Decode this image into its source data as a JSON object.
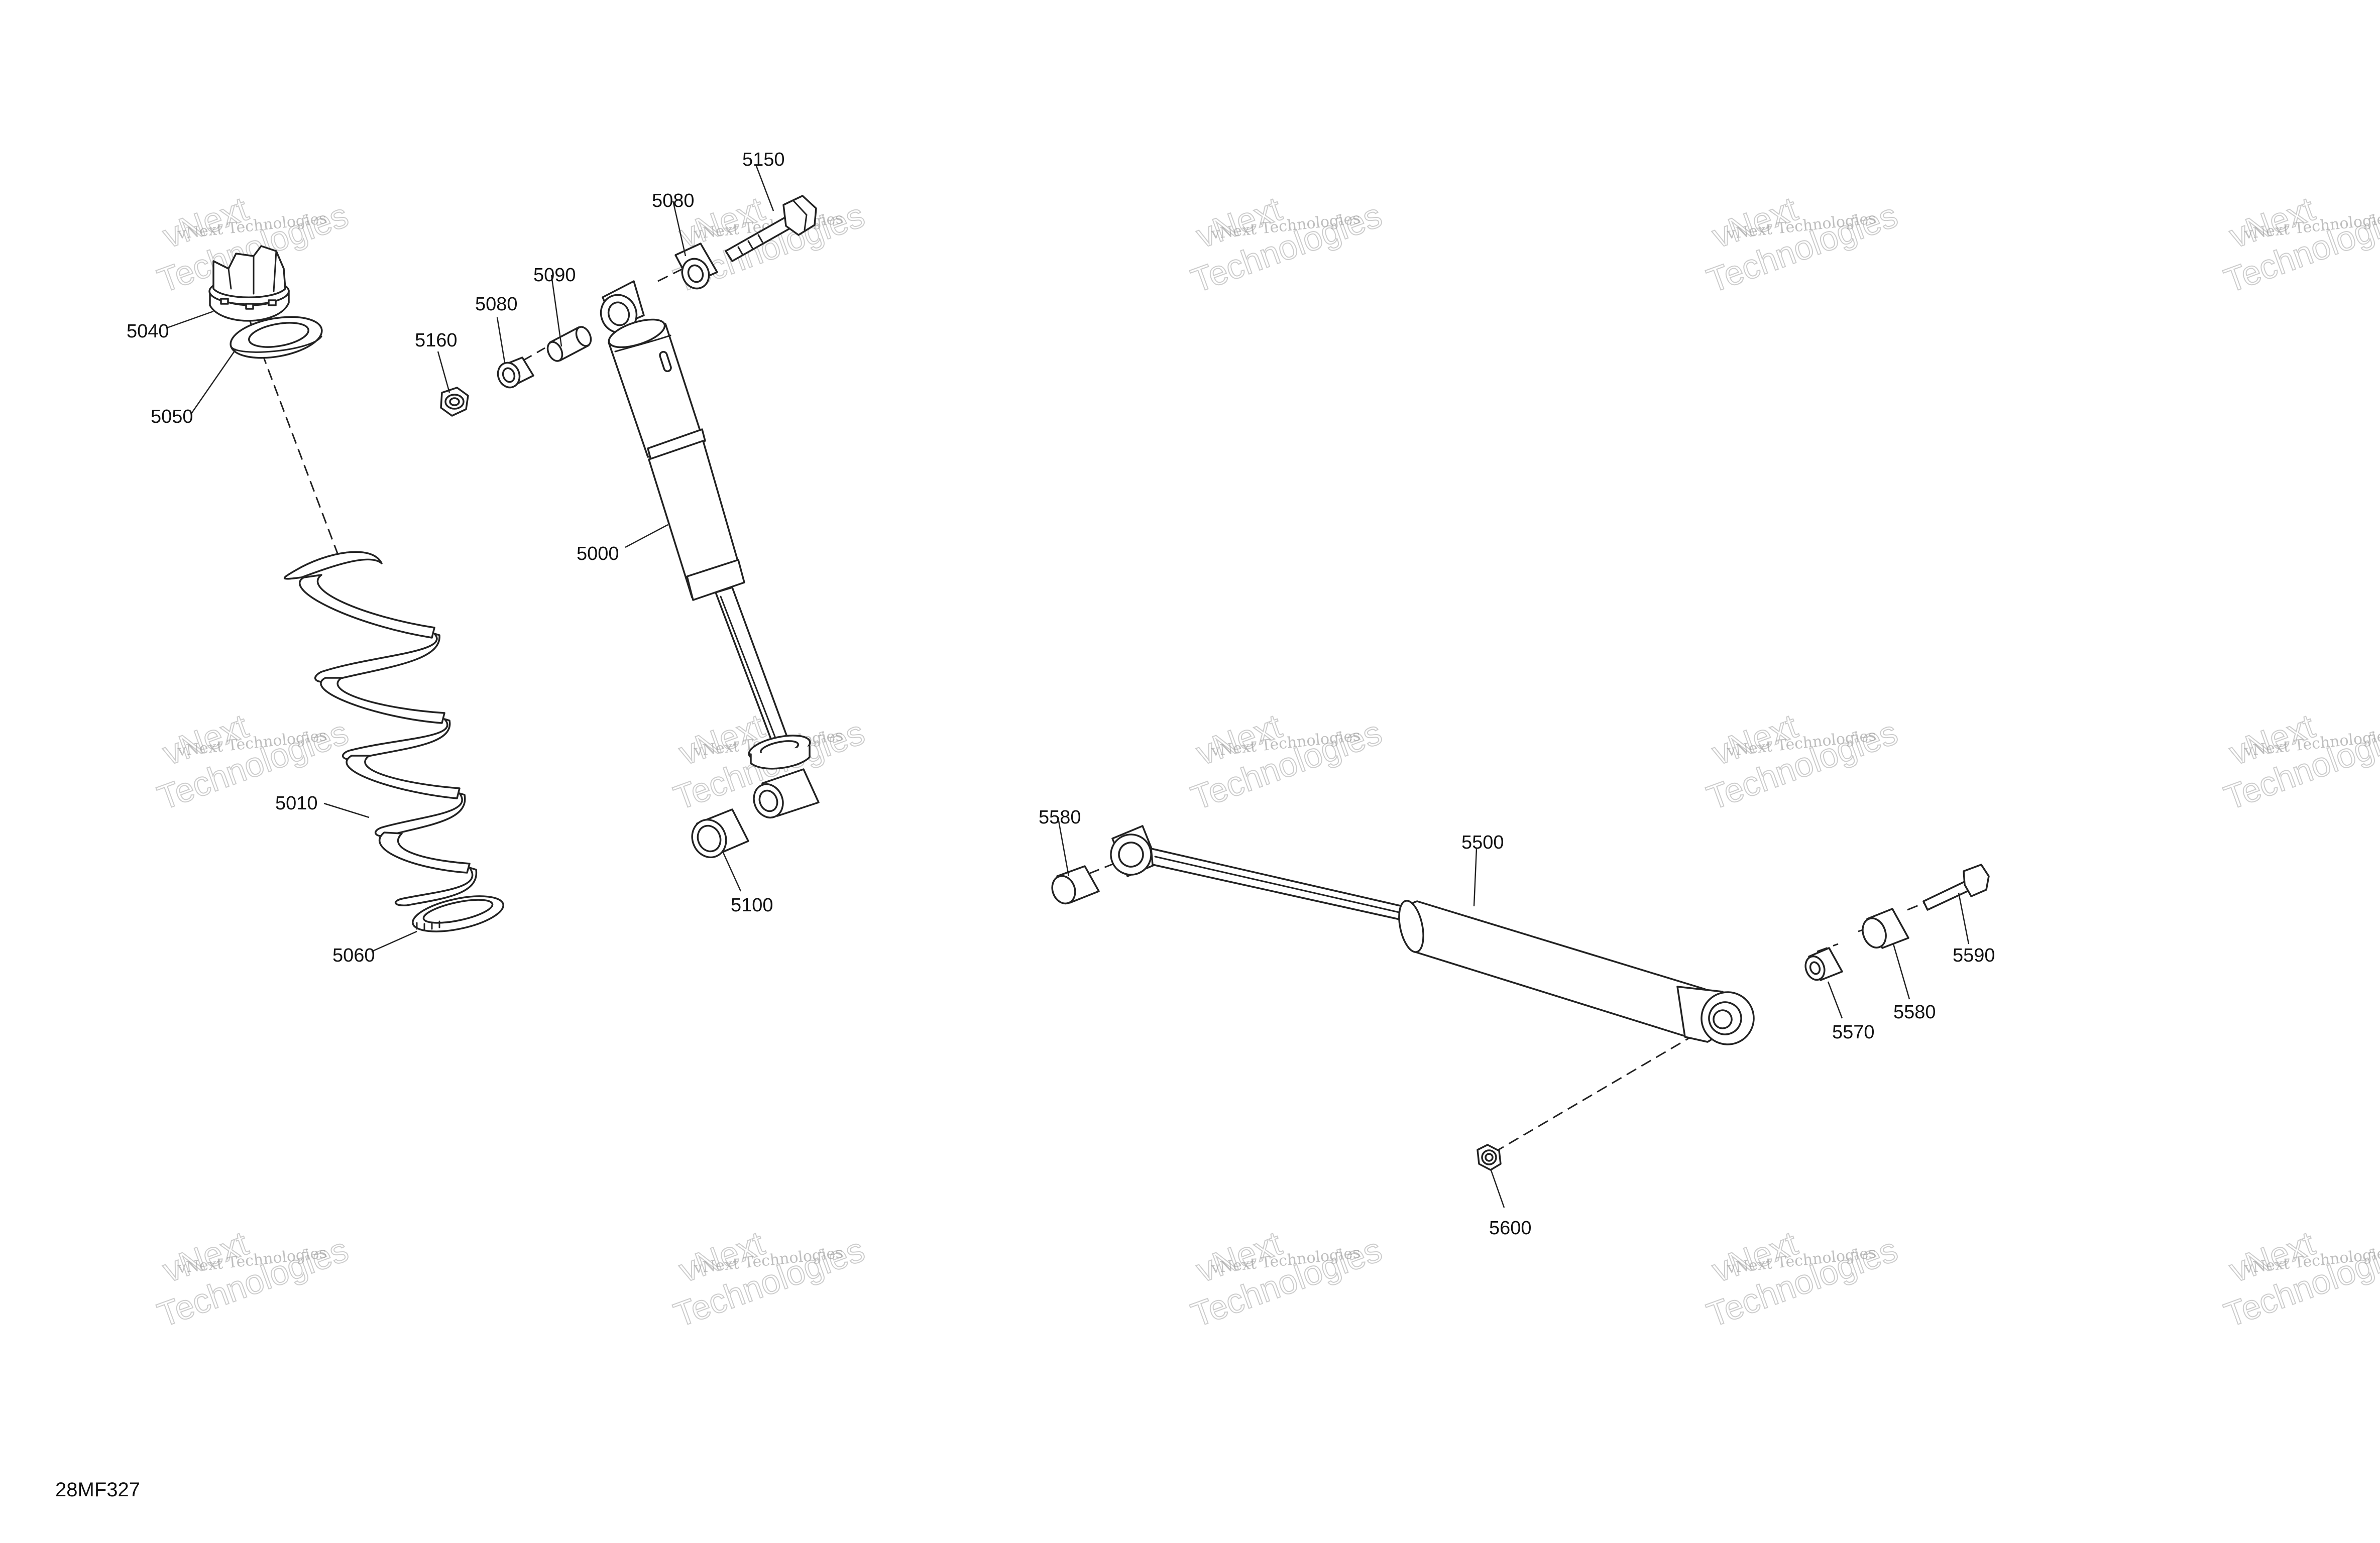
{
  "diagram_ref": "28MF327",
  "watermark": {
    "company": "vNext Technologies",
    "word1": "vNext",
    "word2": "Technologies",
    "colors": {
      "text": "#8a8a8a"
    }
  },
  "callouts": {
    "c5040": "5040",
    "c5050": "5050",
    "c5010": "5010",
    "c5060": "5060",
    "c5160": "5160",
    "c5080a": "5080",
    "c5090": "5090",
    "c5080b": "5080",
    "c5150": "5150",
    "c5000": "5000",
    "c5100": "5100",
    "c5580a": "5580",
    "c5500": "5500",
    "c5590": "5590",
    "c5580b": "5580",
    "c5570": "5570",
    "c5600": "5600"
  },
  "colors": {
    "line": "#222222",
    "background": "#ffffff"
  }
}
